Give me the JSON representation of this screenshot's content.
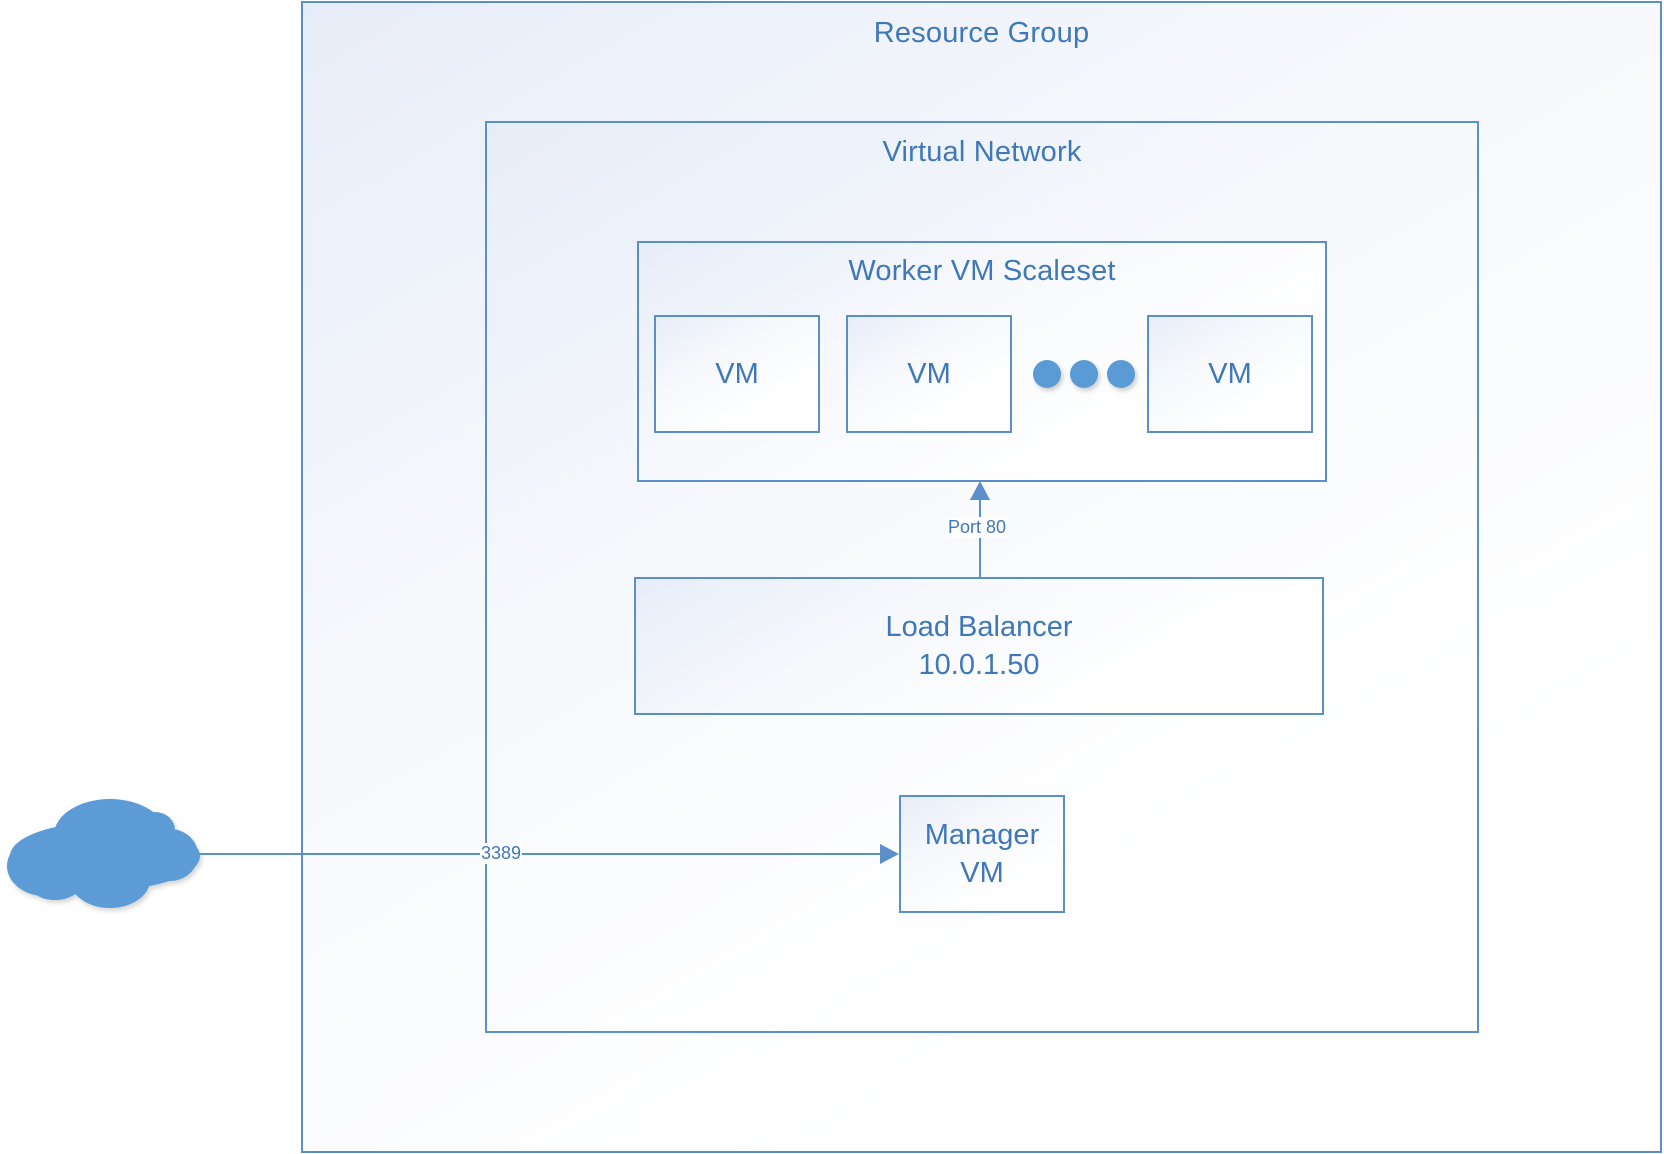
{
  "resource_group": {
    "title": "Resource Group"
  },
  "virtual_network": {
    "title": "Virtual Network"
  },
  "scaleset": {
    "title": "Worker VM Scaleset",
    "vms": [
      "VM",
      "VM",
      "VM"
    ]
  },
  "load_balancer": {
    "name": "Load Balancer",
    "ip": "10.0.1.50"
  },
  "manager_vm": {
    "line1": "Manager",
    "line2": "VM"
  },
  "connections": {
    "lb_to_scaleset_label": "Port 80",
    "internet_to_manager_label": "3389"
  },
  "icons": {
    "internet": "cloud-icon",
    "more": "ellipsis-dots-icon"
  },
  "colors": {
    "stroke": "#5b8fc9",
    "text": "#3f78b8",
    "fill": "#5b9bd5"
  }
}
